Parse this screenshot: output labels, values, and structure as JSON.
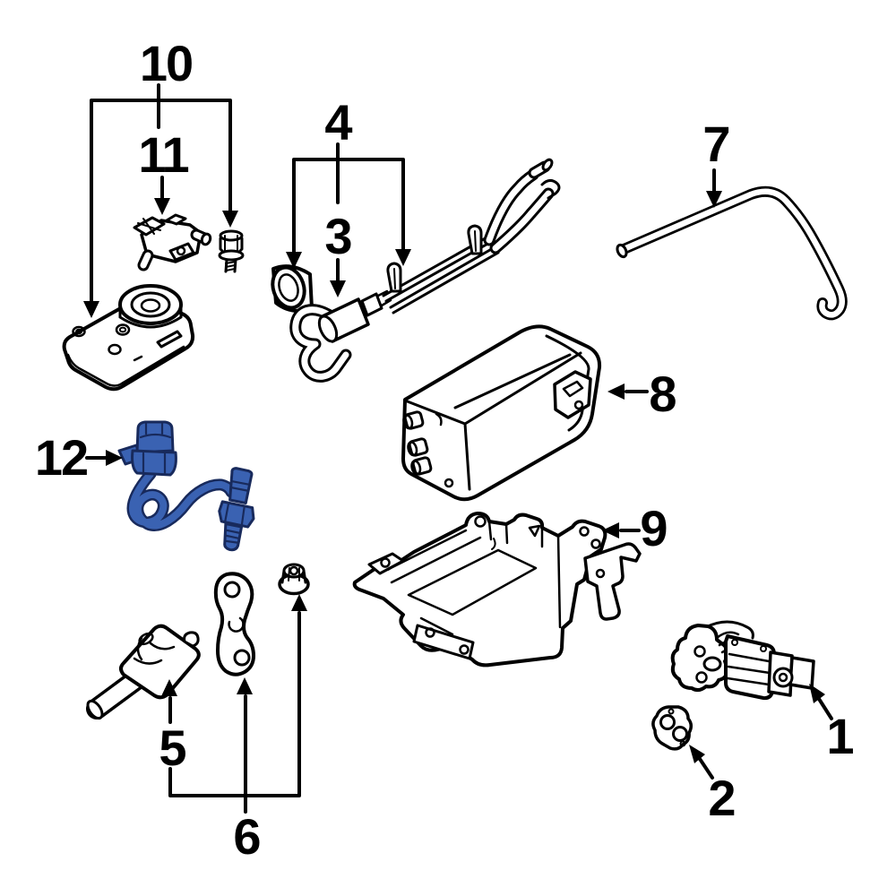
{
  "diagram": {
    "type": "exploded-parts-diagram",
    "highlighted_callout": "12",
    "colors": {
      "background": "#ffffff",
      "line": "#000000",
      "highlight_fill": "#3a62b2",
      "highlight_outline": "#182a5c"
    },
    "callouts": [
      {
        "label": "1"
      },
      {
        "label": "2"
      },
      {
        "label": "3"
      },
      {
        "label": "4"
      },
      {
        "label": "5"
      },
      {
        "label": "6"
      },
      {
        "label": "7"
      },
      {
        "label": "8"
      },
      {
        "label": "9"
      },
      {
        "label": "10"
      },
      {
        "label": "11"
      },
      {
        "label": "12"
      }
    ]
  }
}
